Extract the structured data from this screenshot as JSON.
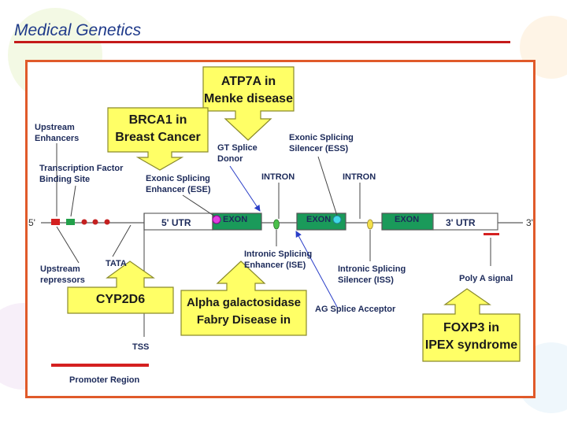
{
  "slide": {
    "title": "Medical Genetics"
  },
  "colors": {
    "accent_red": "#c41a1a",
    "panel_border": "#e05a2a",
    "callout_fill": "#ffff66",
    "exon_fill": "#1a9a5a",
    "label_text": "#1c2a5a"
  },
  "gene": {
    "five_prime": "5'",
    "three_prime": "3'",
    "utr5": "5' UTR",
    "utr3": "3' UTR",
    "exons": [
      "EXON",
      "EXON",
      "EXON"
    ],
    "introns": [
      "INTRON",
      "INTRON"
    ]
  },
  "labels": {
    "upstream_enhancers": [
      "Upstream",
      "Enhancers"
    ],
    "tf_binding": [
      "Transcription Factor",
      "Binding Site"
    ],
    "ese": [
      "Exonic Splicing",
      "Enhancer (ESE)"
    ],
    "gt_donor": [
      "GT Splice",
      "Donor"
    ],
    "ess": [
      "Exonic Splicing",
      "Silencer (ESS)"
    ],
    "upstream_repressors": [
      "Upstream",
      "repressors"
    ],
    "tata": "TATA",
    "ise": [
      "Intronic Splicing",
      "Enhancer (ISE)"
    ],
    "iss": [
      "Intronic Splicing",
      "Silencer (ISS)"
    ],
    "poly_a": "Poly A signal",
    "ag_acceptor": "AG Splice Acceptor",
    "tss": "TSS",
    "promoter_region": "Promoter Region"
  },
  "callouts": {
    "atp7a": [
      "ATP7A in",
      "Menke disease"
    ],
    "brca1": [
      "BRCA1 in",
      "Breast Cancer"
    ],
    "cyp2d6": [
      "CYP2D6"
    ],
    "alpha_gal": [
      "Alpha galactosidase",
      "Fabry Disease in"
    ],
    "foxp3": [
      "FOXP3 in",
      "IPEX syndrome"
    ]
  }
}
